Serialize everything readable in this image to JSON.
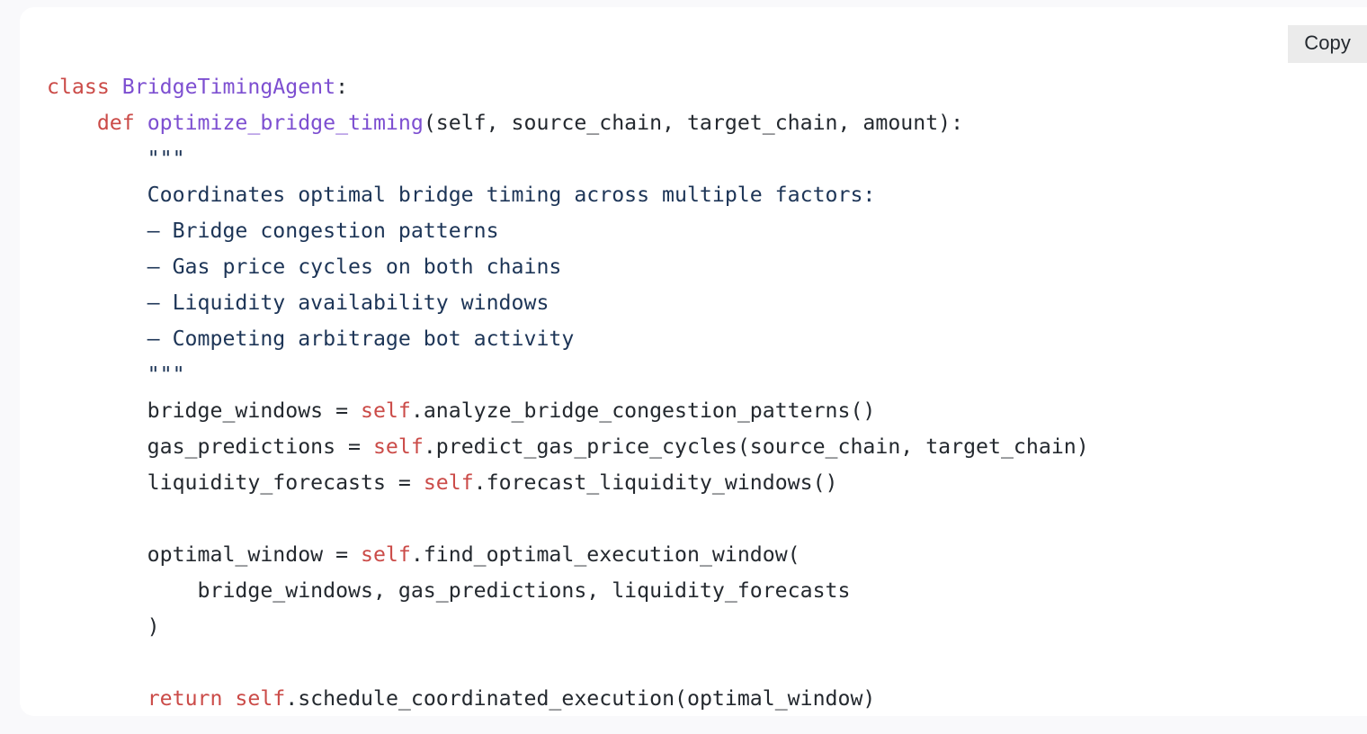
{
  "card": {
    "background": "#ffffff",
    "page_background": "#f9f9fb"
  },
  "toolbar": {
    "copy_label": "Copy",
    "copy_bg": "#ebebeb"
  },
  "theme": {
    "keyword_color": "#cb4b48",
    "name_color": "#7d4fd1",
    "self_color": "#cb4b48",
    "docstring_color": "#1d3557",
    "plain_color": "#24292f"
  },
  "code": {
    "language": "python",
    "lines": [
      {
        "n": 1,
        "tokens": [
          {
            "t": "class ",
            "c": "kw"
          },
          {
            "t": "BridgeTimingAgent",
            "c": "name"
          },
          {
            "t": ":",
            "c": "plain"
          }
        ]
      },
      {
        "n": 2,
        "tokens": [
          {
            "t": "    ",
            "c": "plain"
          },
          {
            "t": "def ",
            "c": "kw"
          },
          {
            "t": "optimize_bridge_timing",
            "c": "name"
          },
          {
            "t": "(self, source_chain, target_chain, amount):",
            "c": "plain"
          }
        ]
      },
      {
        "n": 3,
        "tokens": [
          {
            "t": "        \"\"\"",
            "c": "doc"
          }
        ]
      },
      {
        "n": 4,
        "tokens": [
          {
            "t": "        Coordinates optimal bridge timing across multiple factors:",
            "c": "doc"
          }
        ]
      },
      {
        "n": 5,
        "tokens": [
          {
            "t": "        – Bridge congestion patterns",
            "c": "doc"
          }
        ]
      },
      {
        "n": 6,
        "tokens": [
          {
            "t": "        – Gas price cycles on both chains",
            "c": "doc"
          }
        ]
      },
      {
        "n": 7,
        "tokens": [
          {
            "t": "        – Liquidity availability windows",
            "c": "doc"
          }
        ]
      },
      {
        "n": 8,
        "tokens": [
          {
            "t": "        – Competing arbitrage bot activity",
            "c": "doc"
          }
        ]
      },
      {
        "n": 9,
        "tokens": [
          {
            "t": "        \"\"\"",
            "c": "doc"
          }
        ]
      },
      {
        "n": 10,
        "tokens": [
          {
            "t": "        bridge_windows = ",
            "c": "plain"
          },
          {
            "t": "self",
            "c": "self"
          },
          {
            "t": ".analyze_bridge_congestion_patterns()",
            "c": "plain"
          }
        ]
      },
      {
        "n": 11,
        "tokens": [
          {
            "t": "        gas_predictions = ",
            "c": "plain"
          },
          {
            "t": "self",
            "c": "self"
          },
          {
            "t": ".predict_gas_price_cycles(source_chain, target_chain)",
            "c": "plain"
          }
        ]
      },
      {
        "n": 12,
        "tokens": [
          {
            "t": "        liquidity_forecasts = ",
            "c": "plain"
          },
          {
            "t": "self",
            "c": "self"
          },
          {
            "t": ".forecast_liquidity_windows()",
            "c": "plain"
          }
        ]
      },
      {
        "n": 13,
        "tokens": [
          {
            "t": "",
            "c": "plain"
          }
        ]
      },
      {
        "n": 14,
        "tokens": [
          {
            "t": "        optimal_window = ",
            "c": "plain"
          },
          {
            "t": "self",
            "c": "self"
          },
          {
            "t": ".find_optimal_execution_window(",
            "c": "plain"
          }
        ]
      },
      {
        "n": 15,
        "tokens": [
          {
            "t": "            bridge_windows, gas_predictions, liquidity_forecasts",
            "c": "plain"
          }
        ]
      },
      {
        "n": 16,
        "tokens": [
          {
            "t": "        )",
            "c": "plain"
          }
        ]
      },
      {
        "n": 17,
        "tokens": [
          {
            "t": "",
            "c": "plain"
          }
        ]
      },
      {
        "n": 18,
        "tokens": [
          {
            "t": "        ",
            "c": "plain"
          },
          {
            "t": "return ",
            "c": "kw"
          },
          {
            "t": "self",
            "c": "self"
          },
          {
            "t": ".schedule_coordinated_execution(optimal_window)",
            "c": "plain"
          }
        ]
      }
    ]
  }
}
